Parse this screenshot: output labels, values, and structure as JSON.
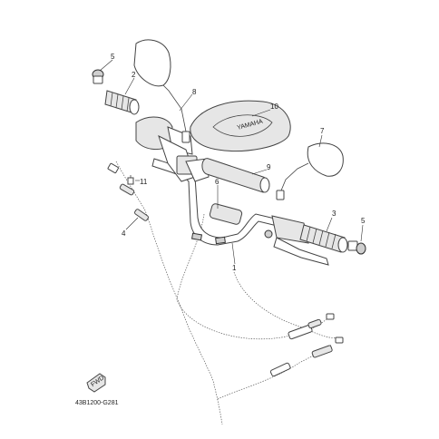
{
  "diagram_code": "43B1200-G281",
  "fwd_label": "FWD",
  "callouts": {
    "c1": "1",
    "c2": "2",
    "c3": "3",
    "c4": "4",
    "c5a": "5",
    "c5b": "5",
    "c6": "6",
    "c7": "7",
    "c8": "8",
    "c9": "9",
    "c10": "10",
    "c11": "11"
  },
  "pad_logo_text": "YAMAHA"
}
